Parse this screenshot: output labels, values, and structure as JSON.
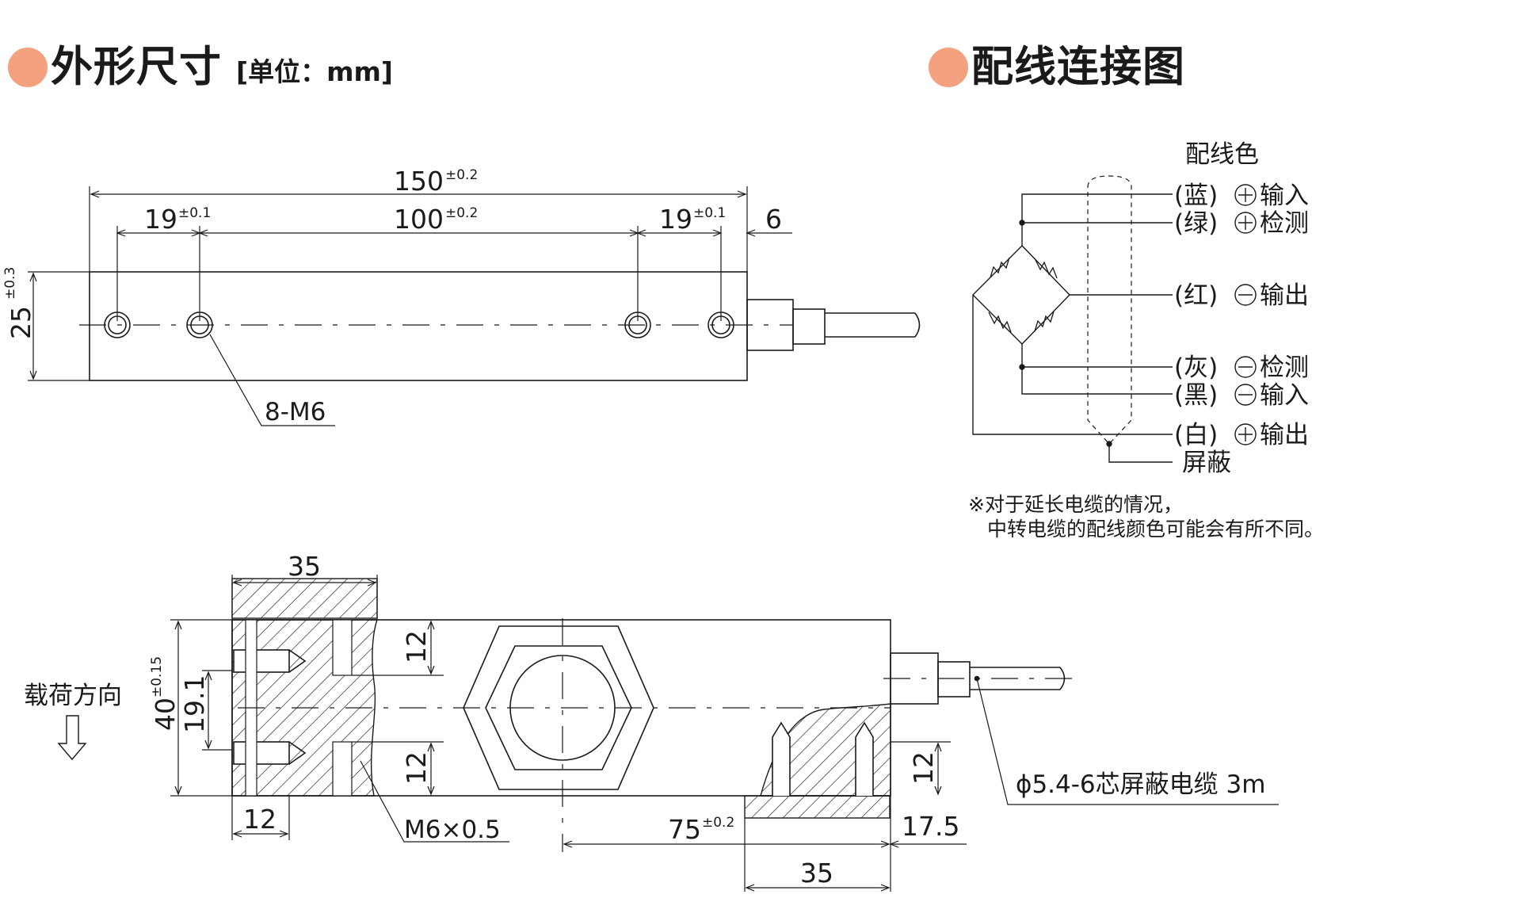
{
  "headings": {
    "dimensions_title": "外形尺寸",
    "dimensions_unit": "[单位：mm]",
    "wiring_title": "配线连接图"
  },
  "top_view": {
    "overall_length": "150",
    "overall_tol": "±0.2",
    "left_pitch": "19",
    "left_pitch_tol": "±0.1",
    "center_pitch": "100",
    "center_pitch_tol": "±0.2",
    "right_pitch": "19",
    "right_pitch_tol": "±0.1",
    "end_gap": "6",
    "height": "25",
    "height_tol": "±0.3",
    "holes_label": "8-M6"
  },
  "side_view": {
    "clamp_width": "35",
    "height": "40",
    "height_tol": "±0.15",
    "inner_height": "19.1",
    "upper_thread_depth": "12",
    "lower_thread_depth": "12",
    "right_thread_depth": "12",
    "bottom_left_width": "12",
    "thread_label": "M6×0.5",
    "center_distance": "75",
    "center_distance_tol": "±0.2",
    "end_length": "17.5",
    "bottom_clamp_width": "35",
    "cable_label": "ϕ5.4-6芯屏蔽电缆 3m",
    "load_direction": "载荷方向"
  },
  "wiring": {
    "header": "配线色",
    "wires": [
      {
        "color": "(蓝)",
        "sign": "+",
        "name": "输入"
      },
      {
        "color": "(绿)",
        "sign": "+",
        "name": "检测"
      },
      {
        "color": "(红)",
        "sign": "−",
        "name": "输出"
      },
      {
        "color": "(灰)",
        "sign": "−",
        "name": "检测"
      },
      {
        "color": "(黑)",
        "sign": "−",
        "name": "输入"
      },
      {
        "color": "(白)",
        "sign": "+",
        "name": "输出"
      }
    ],
    "shield": "屏蔽",
    "note_line1": "※对于延长电缆的情况，",
    "note_line2": "中转电缆的配线颜色可能会有所不同。"
  }
}
